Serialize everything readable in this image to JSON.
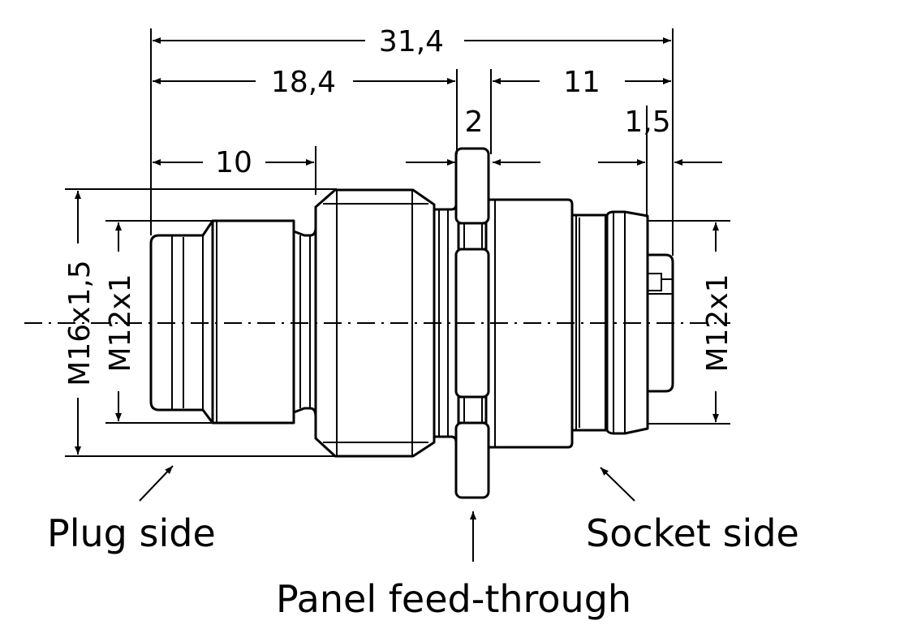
{
  "dimensions": {
    "overall_length": "31,4",
    "plug_to_panel": "18,4",
    "panel_to_end": "11",
    "nut_thickness": "2",
    "pin_offset": "1,5",
    "plug_thread_length": "10",
    "body_thread": "M16x1,5",
    "plug_thread": "M12x1",
    "socket_thread": "M12x1"
  },
  "labels": {
    "plug_side": "Plug side",
    "socket_side": "Socket side",
    "panel": "Panel feed-through"
  }
}
